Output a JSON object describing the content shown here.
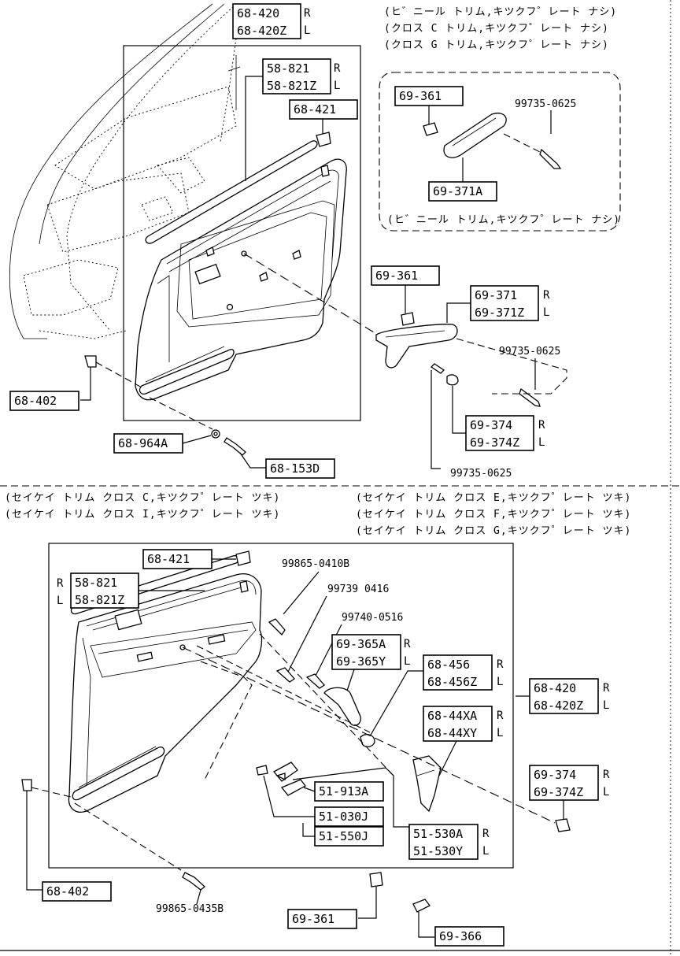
{
  "top_notes": [
    "(ヒ゛ニール トリム,キツクフ゜レート ナシ)",
    "(クロス C トリム,キツクフ゜レート ナシ)",
    "(クロス G トリム,キツクフ゜レート ナシ)"
  ],
  "inset_note": "(ヒ゛ニール トリム,キツクフ゜レート ナシ)",
  "bottom_notes_left": [
    "(セイケイ トリム クロス C,キツクフ゜レート ツキ)",
    "(セイケイ トリム クロス I,キツクフ゜レート ツキ)"
  ],
  "bottom_notes_right": [
    "(セイケイ トリム クロス E,キツクフ゜レート ツキ)",
    "(セイケイ トリム クロス F,キツクフ゜レート ツキ)",
    "(セイケイ トリム クロス G,キツクフ゜レート ツキ)"
  ],
  "side": {
    "r": "R",
    "l": "L"
  },
  "top_parts": {
    "p68_420": [
      "68-420",
      "68-420Z"
    ],
    "p58_821": [
      "58-821",
      "58-821Z"
    ],
    "p68_421": "68-421",
    "p69_361_inset": "69-361",
    "p99735_inset": "99735-0625",
    "p69_371A": "69-371A",
    "p69_361": "69-361",
    "p69_371": [
      "69-371",
      "69-371Z"
    ],
    "p99735_a": "99735-0625",
    "p69_374": [
      "69-374",
      "69-374Z"
    ],
    "p99735_b": "99735-0625",
    "p68_402": "68-402",
    "p68_964A": "68-964A",
    "p68_153D": "68-153D"
  },
  "bottom_parts": {
    "p68_421": "68-421",
    "p99865_0410": "99865-0410B",
    "p58_821": [
      "58-821",
      "58-821Z"
    ],
    "p99739": "99739 0416",
    "p99740": "99740-0516",
    "p69_365": [
      "69-365A",
      "69-365Y"
    ],
    "p68_456": [
      "68-456",
      "68-456Z"
    ],
    "p68_420": [
      "68-420",
      "68-420Z"
    ],
    "p68_44X": [
      "68-44XA",
      "68-44XY"
    ],
    "p69_374": [
      "69-374",
      "69-374Z"
    ],
    "p51_913A": "51-913A",
    "p51_030J": "51-030J",
    "p51_550J": "51-550J",
    "p51_530": [
      "51-530A",
      "51-530Y"
    ],
    "p68_402": "68-402",
    "p99865_0435": "99865-0435B",
    "p69_361": "69-361",
    "p69_366": "69-366"
  }
}
